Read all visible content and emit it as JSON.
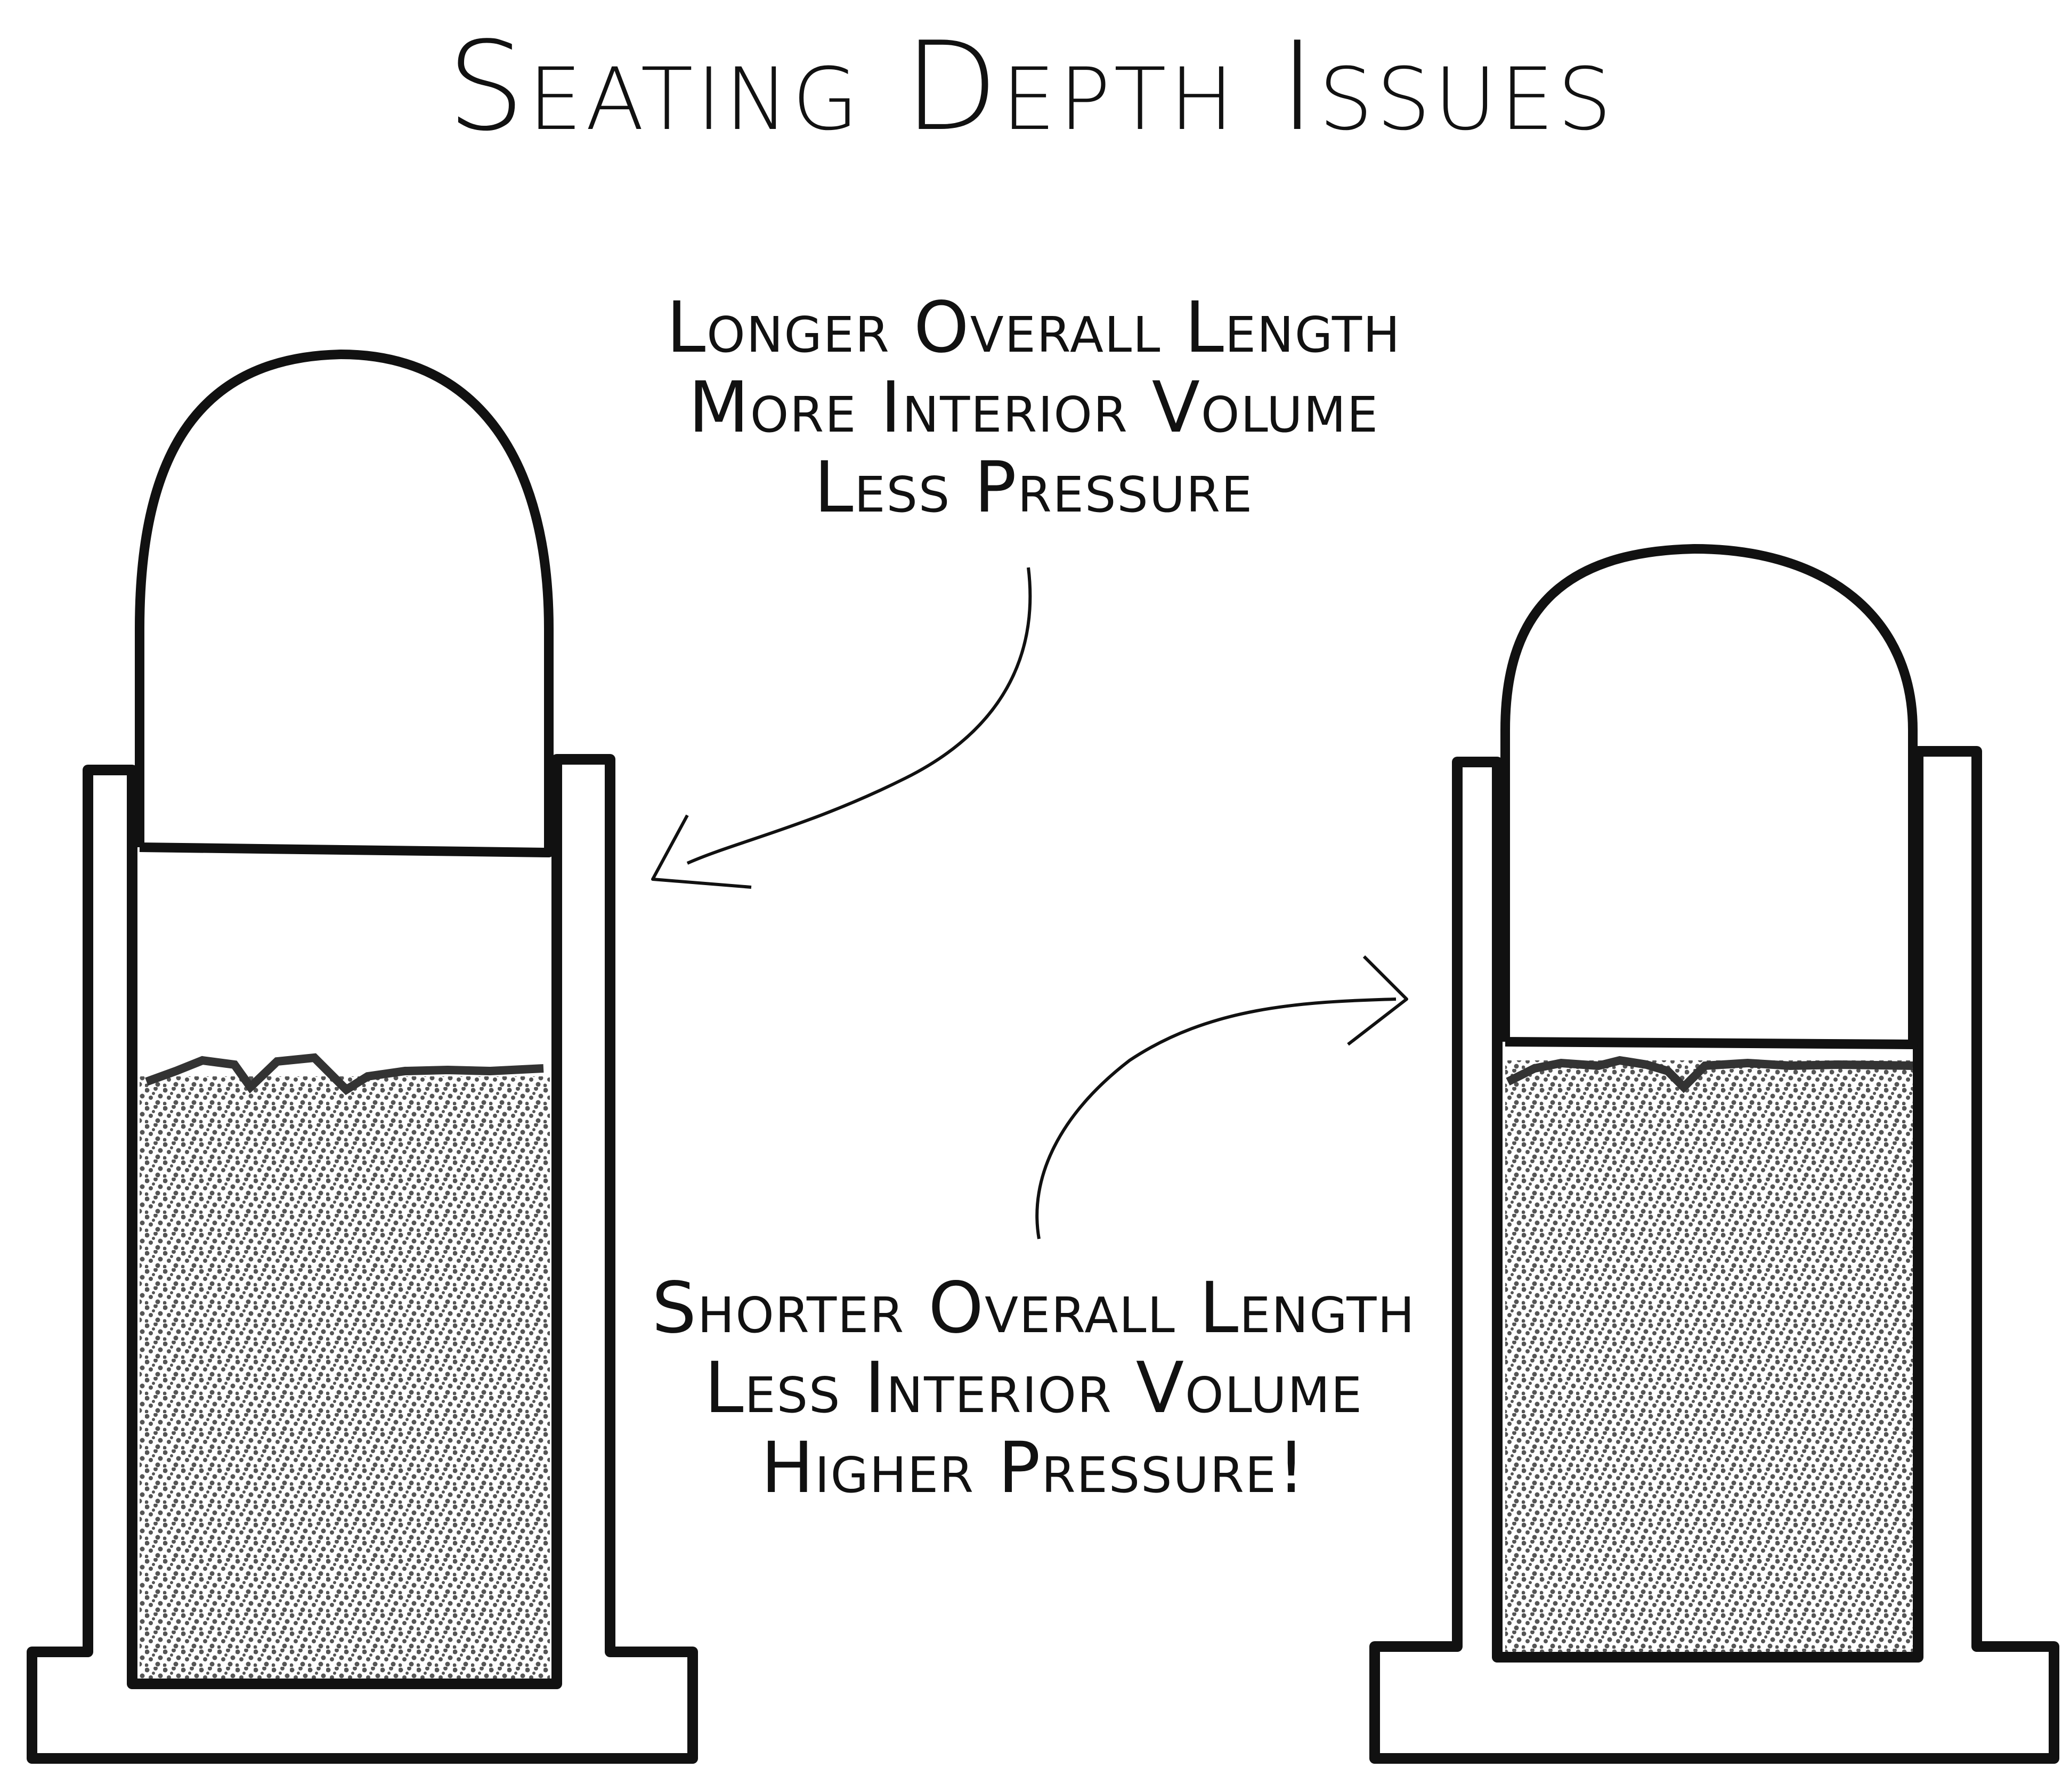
{
  "title": "Seating Depth Issues",
  "top_label": {
    "lines": [
      "Longer Overall Length",
      "More Interior Volume",
      "Less Pressure"
    ]
  },
  "bottom_label": {
    "lines": [
      "Shorter Overall Length",
      "Less Interior Volume",
      "Higher Pressure!"
    ]
  },
  "colors": {
    "ink": "#111111",
    "powder": "#555555",
    "background": "#ffffff"
  }
}
